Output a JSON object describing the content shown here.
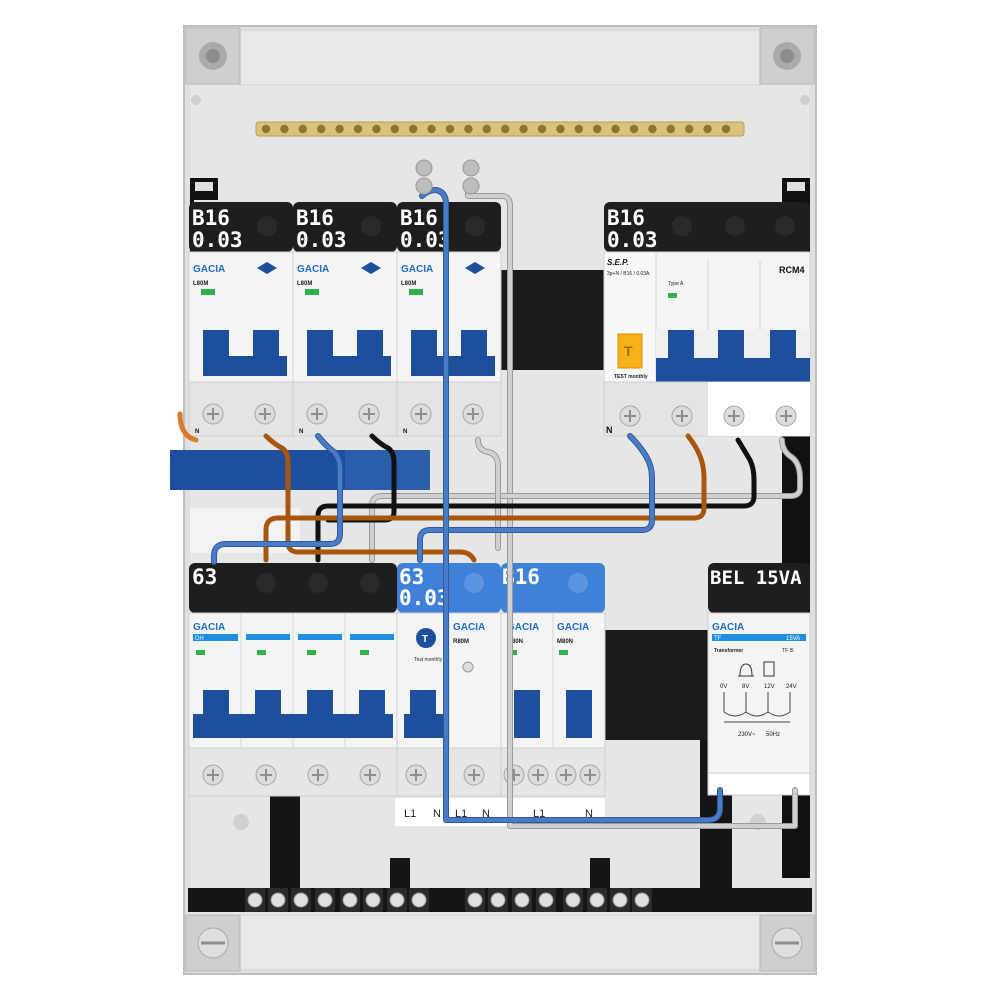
{
  "top_row": {
    "rcbos": [
      {
        "label_line1": "B16",
        "label_line2": "0.03",
        "brand": "GACIA",
        "model": "L80M",
        "terminal_n": "N"
      },
      {
        "label_line1": "B16",
        "label_line2": "0.03",
        "brand": "GACIA",
        "model": "L80M",
        "terminal_n": "N"
      },
      {
        "label_line1": "B16",
        "label_line2": "0.03",
        "brand": "GACIA",
        "model": "L80M",
        "terminal_n": "N"
      }
    ],
    "rcm": {
      "label_line1": "B16",
      "label_line2": "0.03",
      "brand": "S.E.P.",
      "spec": "3p+N / B16 / 0.03A",
      "test_text": "TEST monthly",
      "type_text": "Type A",
      "model": "RCM4",
      "terminal_n": "N"
    }
  },
  "bottom_row": {
    "main_switch": {
      "label": "63",
      "brand": "GACIA",
      "model": "DH"
    },
    "rcd": {
      "label_line1": "63",
      "label_line2": "0.03",
      "brand": "GACIA",
      "model": "R80M",
      "test_text": "Test monthly"
    },
    "mcb": {
      "label": "B16",
      "brand": "GACIA",
      "model_1": "M80N",
      "model_2": "M80N"
    },
    "transformer": {
      "label": "BEL 15VA",
      "brand": "GACIA",
      "type": "TF",
      "rating": "15VA",
      "desc": "Transformer",
      "code": "TF I5",
      "voltages": [
        "0V",
        "8V",
        "12V",
        "24V"
      ],
      "input": "230V~",
      "freq": "50Hz"
    },
    "terminal_labels": [
      "L1",
      "N",
      "L1",
      "N",
      "L1",
      "N"
    ]
  },
  "colors": {
    "enclosure": "#e6e6e6",
    "din_rail": "#cfcfcf",
    "label_black": "#1e1e1e",
    "label_blue": "#3f80d8",
    "handle_blue": "#1d4f9c",
    "wire_blue": "#3d6db5",
    "wire_brown": "#a8560e",
    "wire_black": "#111111",
    "wire_grey": "#bdbdbd",
    "busbar_brass": "#d9c27a",
    "brand_blue": "#1d6fc4"
  }
}
